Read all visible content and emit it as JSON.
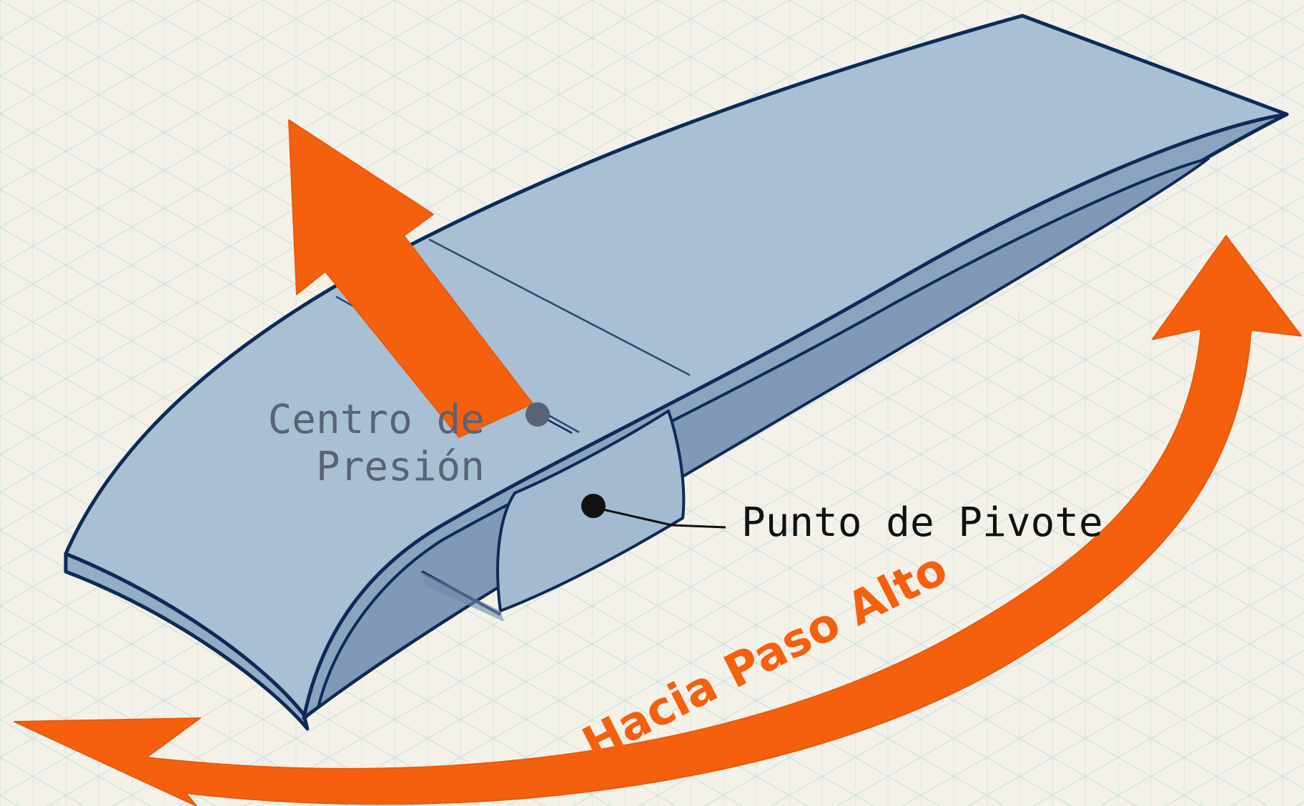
{
  "labels": {
    "center_of_pressure_line1": "Centro de",
    "center_of_pressure_line2": "Presión",
    "pivot_point": "Punto de Pivote",
    "direction": "Hacia Paso Alto"
  },
  "colors": {
    "background": "#f4f1e8",
    "grid": "#bcd9dc",
    "blade_top": "#a9bfd4",
    "blade_side": "#8aa4bf",
    "blade_inner": "#7f99b6",
    "outline": "#0f2a57",
    "accent_arrow": "#f4600d",
    "label_gray": "#586475",
    "label_dark": "#111111"
  }
}
